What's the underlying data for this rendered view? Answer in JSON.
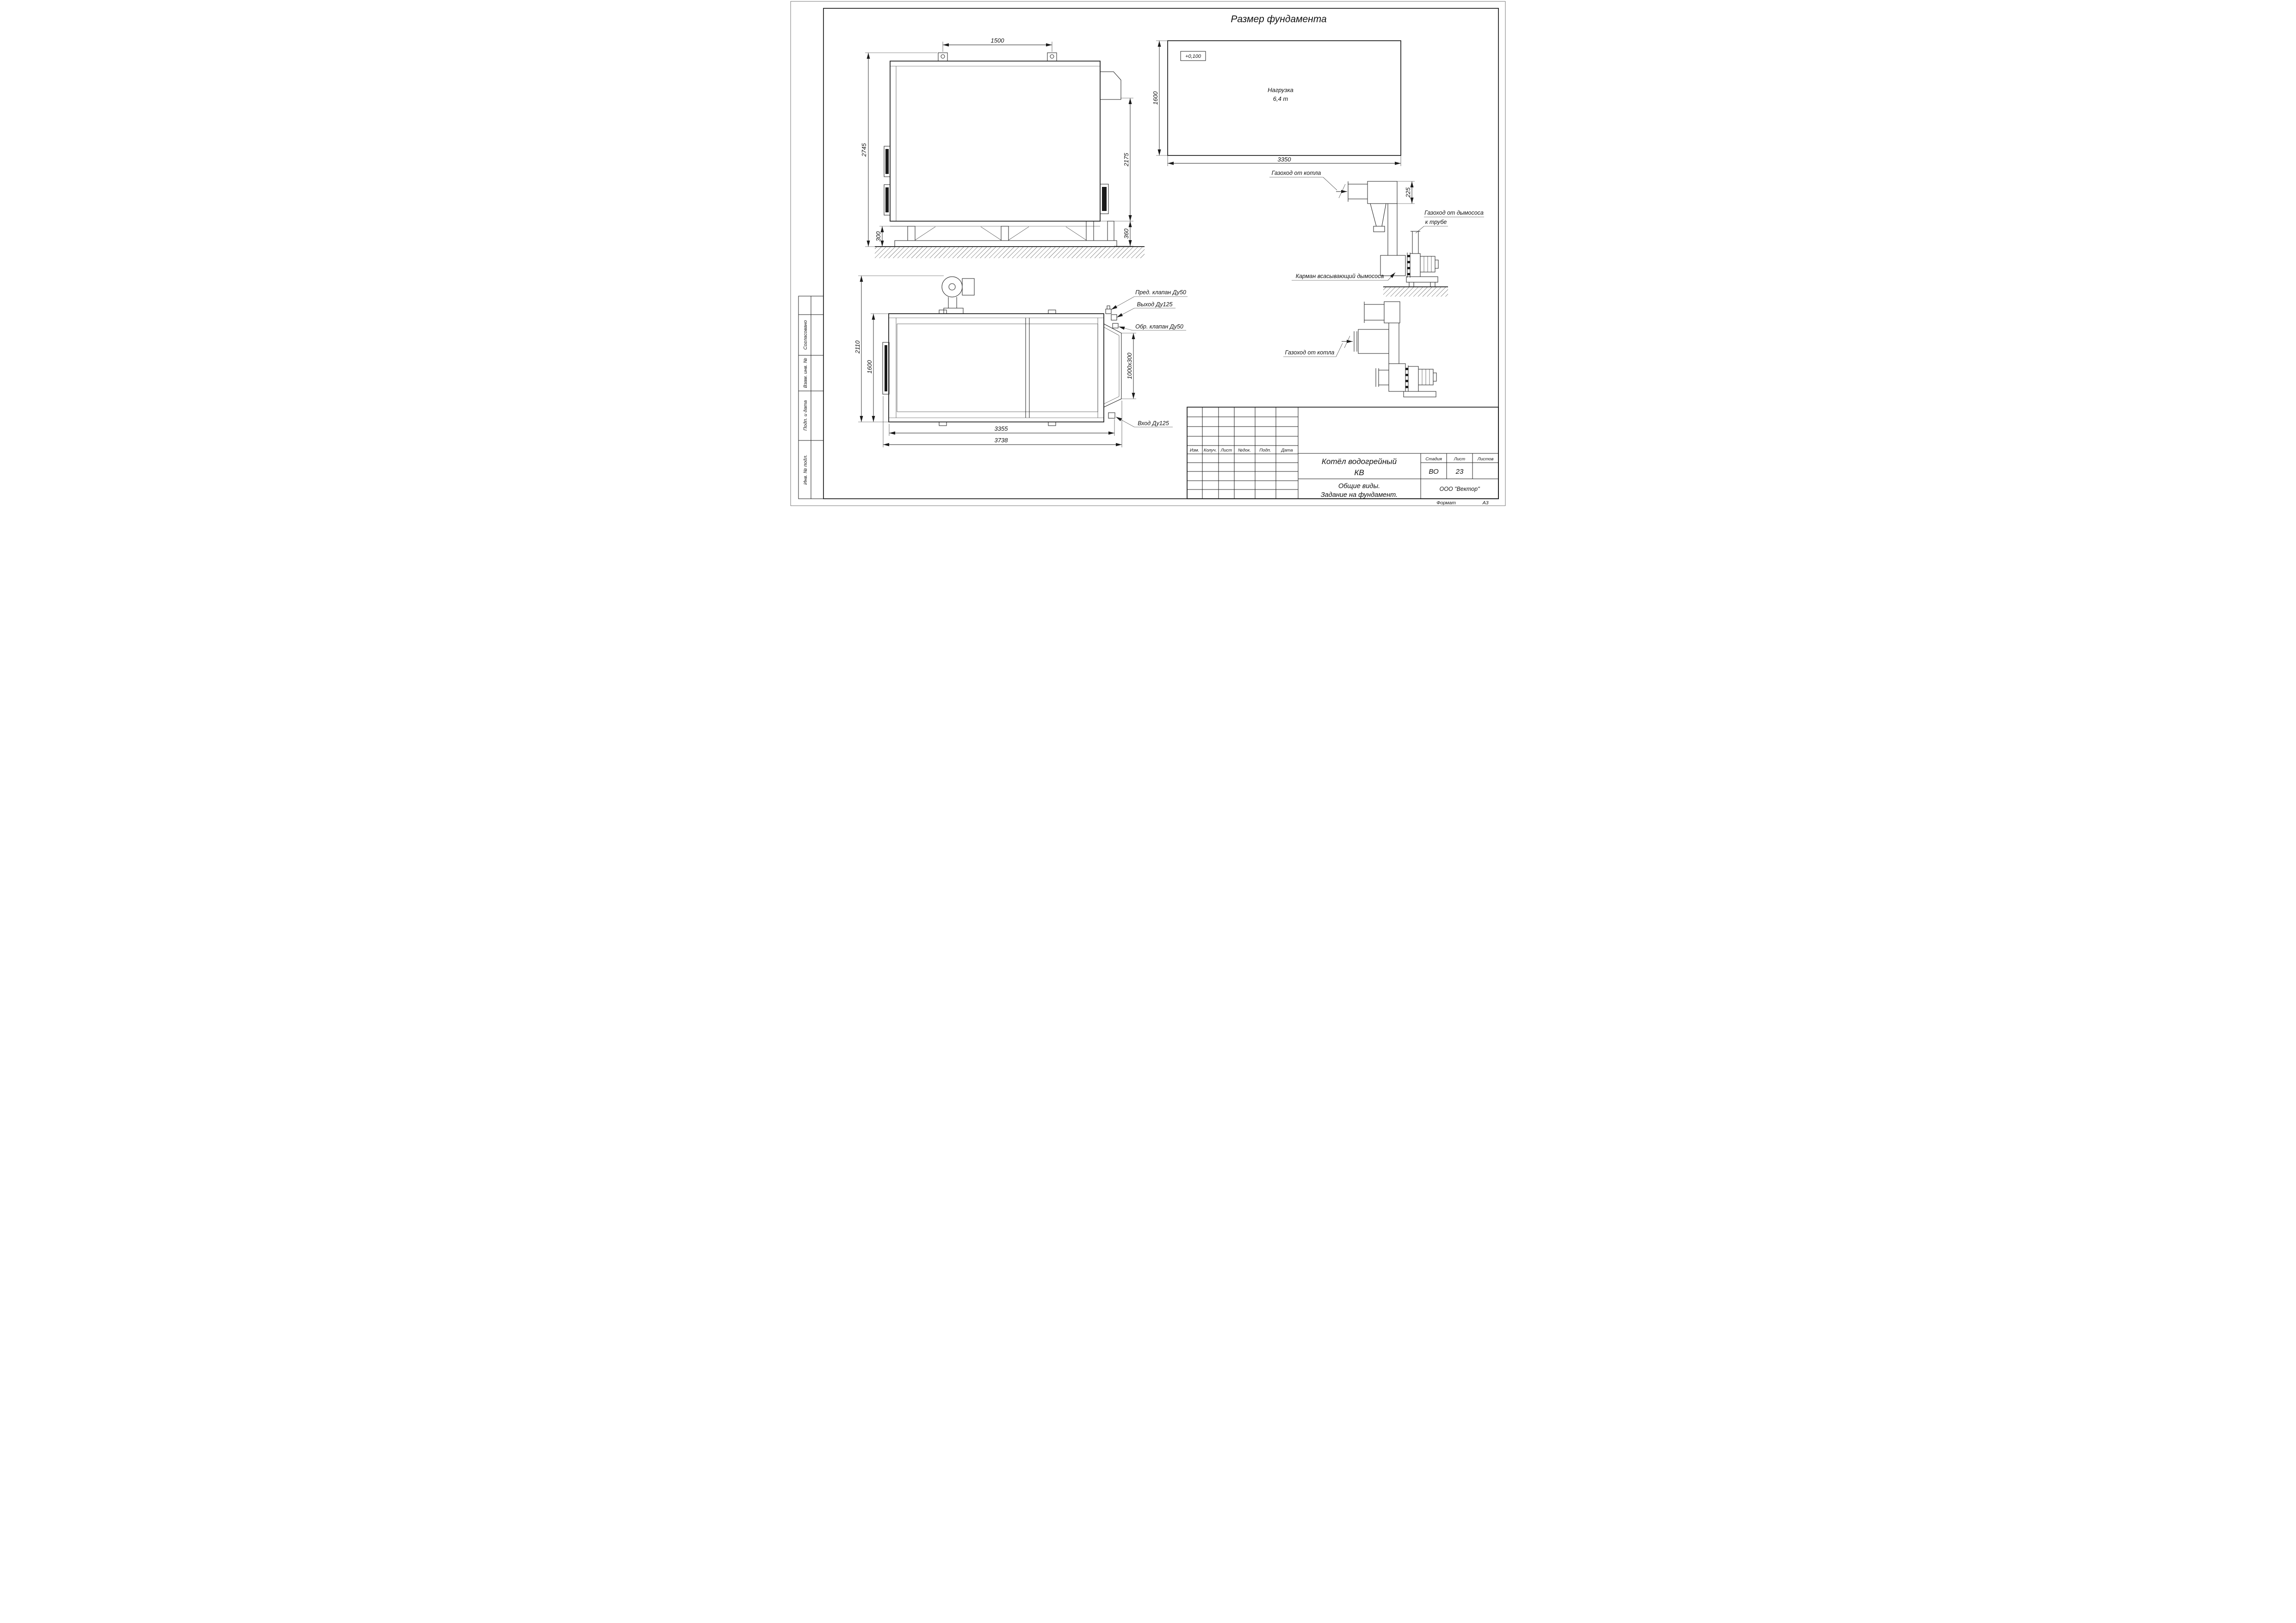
{
  "sheet": {
    "title": "Размер фундамента",
    "format_label": "Формат",
    "format_value": "А3",
    "margin_labels": [
      "Согласовано",
      "Взам. инв. №",
      "Подп. и дата",
      "Инв. № подл."
    ]
  },
  "side_view": {
    "dim_lug_spacing": "1500",
    "dim_total_height": "2745",
    "dim_body_height": "2175",
    "dim_frame_height_left": "300",
    "dim_frame_height_right": "360"
  },
  "foundation_plan": {
    "elevation_mark": "+0,100",
    "load_label": "Нагрузка",
    "load_value": "6,4 т",
    "dim_width": "1600",
    "dim_length": "3350"
  },
  "flue_upper": {
    "boiler_duct_label": "Газоход от котла",
    "dim_offset": "225",
    "stack_duct_label_1": "Газоход от дымососа",
    "stack_duct_label_2": "к трубе",
    "pocket_label": "Карман всасывающий дымососа"
  },
  "plan_view": {
    "dim_total_width": "2110",
    "dim_body_width": "1600",
    "dim_body_length": "3355",
    "dim_total_length": "3738",
    "dim_outlet": "1000x300",
    "safety_valve_label": "Пред. клапан Ду50",
    "outlet_label": "Выход Ду125",
    "check_valve_label": "Обр. клапан Ду50",
    "inlet_label": "Вход Ду125"
  },
  "flue_lower": {
    "boiler_duct_label": "Газоход от котла"
  },
  "title_block": {
    "rev_headers": [
      "Изм.",
      "Колуч.",
      "Лист",
      "№док.",
      "Подп.",
      "Дата"
    ],
    "doc_name_1": "Котёл водогрейный",
    "doc_name_2": "КВ",
    "stage_label": "Стадия",
    "sheet_label": "Лист",
    "sheets_label": "Листов",
    "stage_value": "ВО",
    "sheet_value": "23",
    "view_name_1": "Общие виды.",
    "view_name_2": "Задание на фундамент.",
    "company": "ООО \"Вектор\""
  }
}
